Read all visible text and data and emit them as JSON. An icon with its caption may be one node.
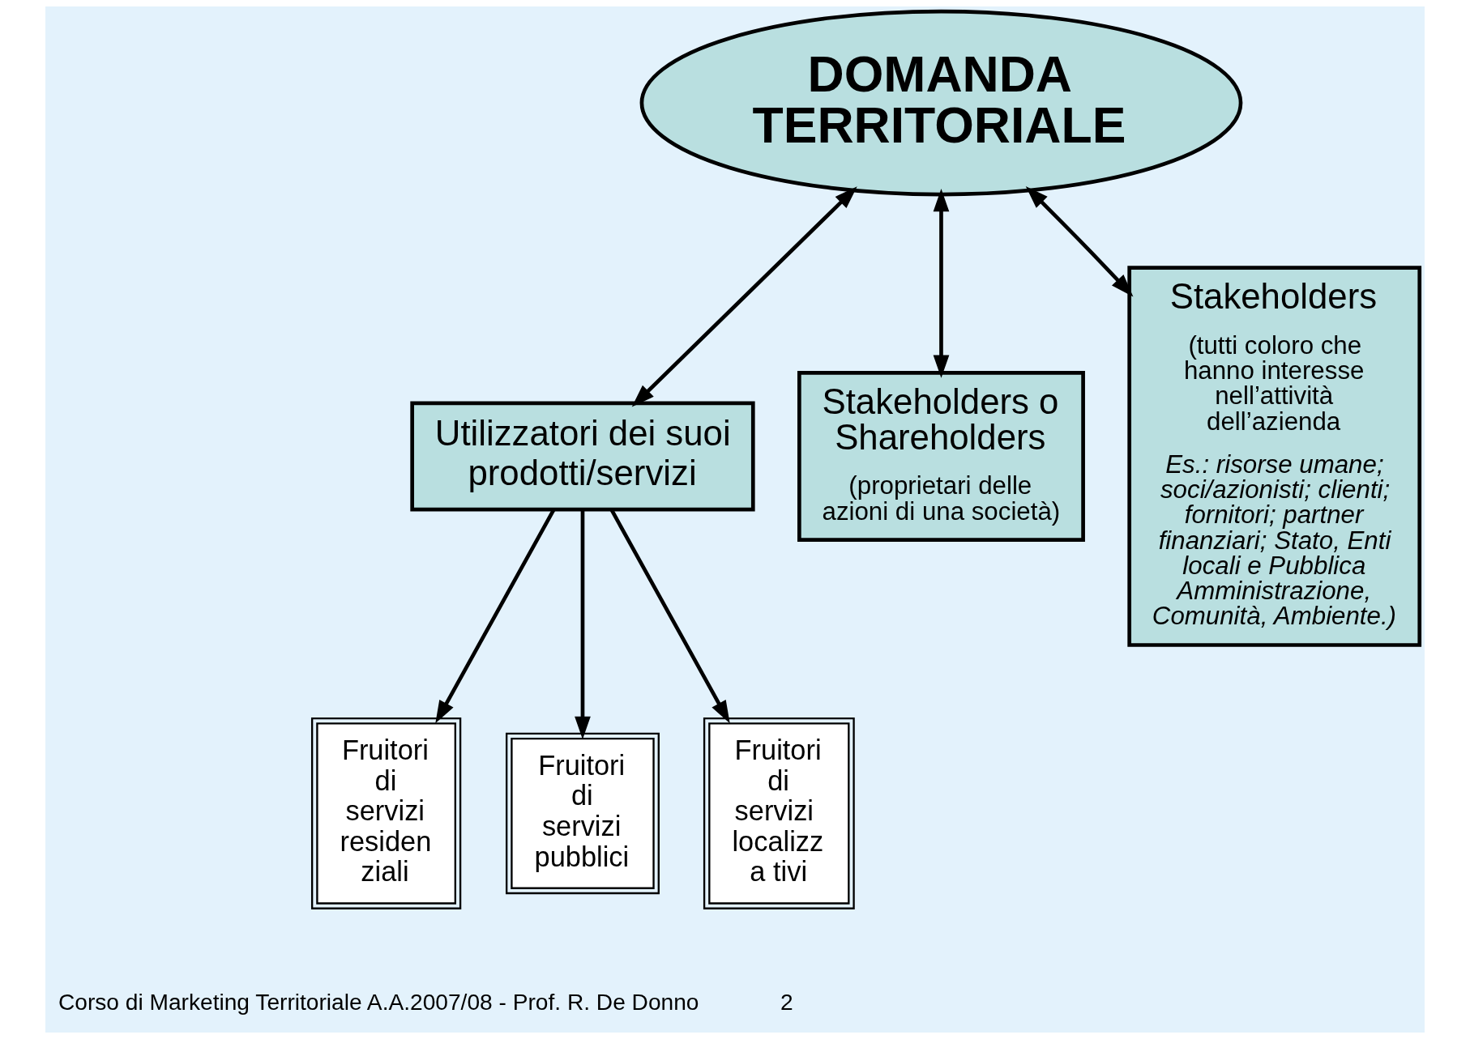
{
  "diagram": {
    "nodes": [
      {
        "text": [
          "DOMANDA TERRITORIALE"
        ]
      },
      {
        "text": [
          "Utilizzatori dei suoi prodotti/servizi"
        ]
      },
      {
        "text": [
          "Stakeholders o Shareholders",
          "(proprietari delle azioni di una società)"
        ]
      },
      {
        "text": [
          "Stakeholders",
          "(tutti coloro che hanno interesse nell’attività dell’azienda",
          "Es.: risorse umane; soci/azionisti; clienti; fornitori; partner finanziari; Stato, Enti locali e Pubblica Amministrazione, Comunità, Ambiente.)"
        ]
      },
      {
        "text": [
          "Fruitori di servizi residen ziali"
        ]
      },
      {
        "text": [
          "Fruitori di servizi pubblici"
        ]
      },
      {
        "text": [
          "Fruitori di servizi localizza tivi"
        ]
      }
    ],
    "edges": [
      {
        "from": 0,
        "to": 1,
        "arrow": "both"
      },
      {
        "from": 0,
        "to": 2,
        "arrow": "both"
      },
      {
        "from": 0,
        "to": 3,
        "arrow": "both"
      },
      {
        "from": 1,
        "to": 4,
        "arrow": "to"
      },
      {
        "from": 1,
        "to": 5,
        "arrow": "to"
      },
      {
        "from": 1,
        "to": 6,
        "arrow": "to"
      }
    ],
    "labels": [
      "Corso di Marketing Territoriale A.A.2007/08 - Prof. R. De Donno",
      "2"
    ]
  }
}
